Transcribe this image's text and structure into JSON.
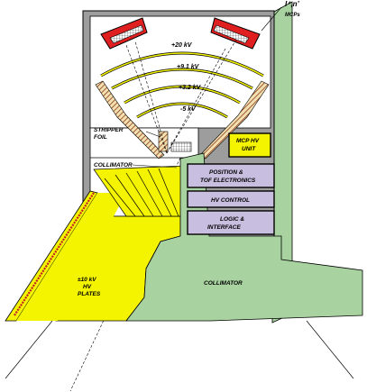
{
  "labels": {
    "ion_neutral": "I⁺,n’",
    "mcps": "MCPs",
    "kv_20": "+20 kV",
    "kv_9_1": "+9.1 kV",
    "kv_3_2": "+3.2 kV",
    "kv_5": "-5 kV",
    "stripper_line1": "STRIPPER",
    "stripper_line2": "FOIL",
    "collimator_top": "COLLIMATOR",
    "collimator_bottom": "COLLIMATOR",
    "plates_line1": "±10 kV",
    "plates_line2": "HV",
    "plates_line3": "PLATES"
  },
  "blocks": {
    "mcp_hv_line1": "MCP HV",
    "mcp_hv_line2": "UNIT",
    "position_line1": "POSITION &",
    "position_line2": "TOF ELECTRONICS",
    "hv_control": "HV CONTROL",
    "logic_line1": "LOGIC &",
    "logic_line2": "INTERFACE"
  },
  "colors": {
    "green_panel": "#a8d3a0",
    "yellow": "#f4f400",
    "purple": "#c8bfe0",
    "mcp_red": "#e02020",
    "box_gray": "#9d9d9d",
    "hatch_brown": "#8b3a1a"
  }
}
